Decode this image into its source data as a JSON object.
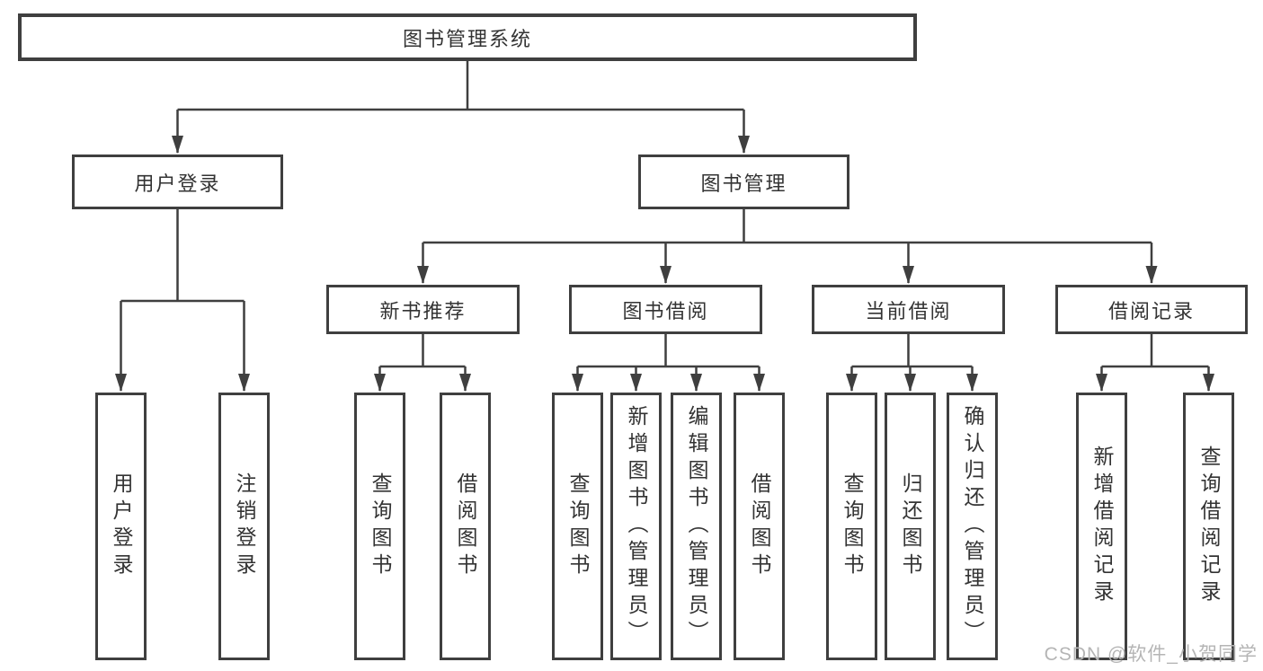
{
  "diagram": {
    "root": {
      "label": "图书管理系统"
    },
    "level2": [
      {
        "label": "用户登录"
      },
      {
        "label": "图书管理"
      }
    ],
    "level3": [
      {
        "label": "新书推荐"
      },
      {
        "label": "图书借阅"
      },
      {
        "label": "当前借阅"
      },
      {
        "label": "借阅记录"
      }
    ],
    "leaves": [
      {
        "label": "用户登录",
        "parent": "用户登录"
      },
      {
        "label": "注销登录",
        "parent": "用户登录"
      },
      {
        "label": "查询图书",
        "parent": "新书推荐"
      },
      {
        "label": "借阅图书",
        "parent": "新书推荐"
      },
      {
        "label": "查询图书",
        "parent": "图书借阅"
      },
      {
        "label": "新增图书（管理员）",
        "parent": "图书借阅"
      },
      {
        "label": "编辑图书（管理员）",
        "parent": "图书借阅"
      },
      {
        "label": "借阅图书",
        "parent": "图书借阅"
      },
      {
        "label": "查询图书",
        "parent": "当前借阅"
      },
      {
        "label": "归还图书",
        "parent": "当前借阅"
      },
      {
        "label": "确认归还（管理员）",
        "parent": "当前借阅"
      },
      {
        "label": "新增借阅记录",
        "parent": "借阅记录"
      },
      {
        "label": "查询借阅记录",
        "parent": "借阅记录"
      }
    ]
  },
  "watermark": {
    "text": "CSDN @软件_小贺同学",
    "color": "#b5b5b5"
  },
  "colors": {
    "line": "#3f3f3f",
    "text": "#333333",
    "background": "#ffffff"
  }
}
